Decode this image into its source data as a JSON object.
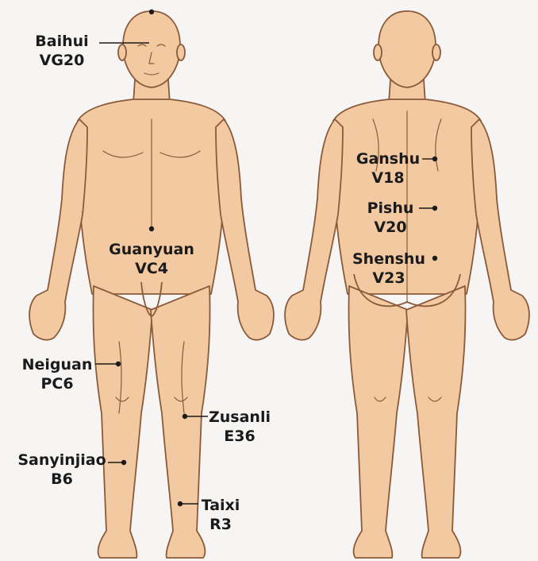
{
  "figure": {
    "background_color": "#f6f5f3",
    "skin_color": "#f2c9a0",
    "outline_color": "#8a5a3a",
    "marker_color": "#1b1b1b"
  },
  "points": [
    {
      "name": "Baihui",
      "code": "VG20"
    },
    {
      "name": "Guanyuan",
      "code": "VC4"
    },
    {
      "name": "Neiguan",
      "code": "PC6"
    },
    {
      "name": "Zusanli",
      "code": "E36"
    },
    {
      "name": "Sanyinjiao",
      "code": "B6"
    },
    {
      "name": "Taixi",
      "code": "R3"
    },
    {
      "name": "Ganshu",
      "code": "V18"
    },
    {
      "name": "Pishu",
      "code": "V20"
    },
    {
      "name": "Shenshu",
      "code": "V23"
    }
  ]
}
